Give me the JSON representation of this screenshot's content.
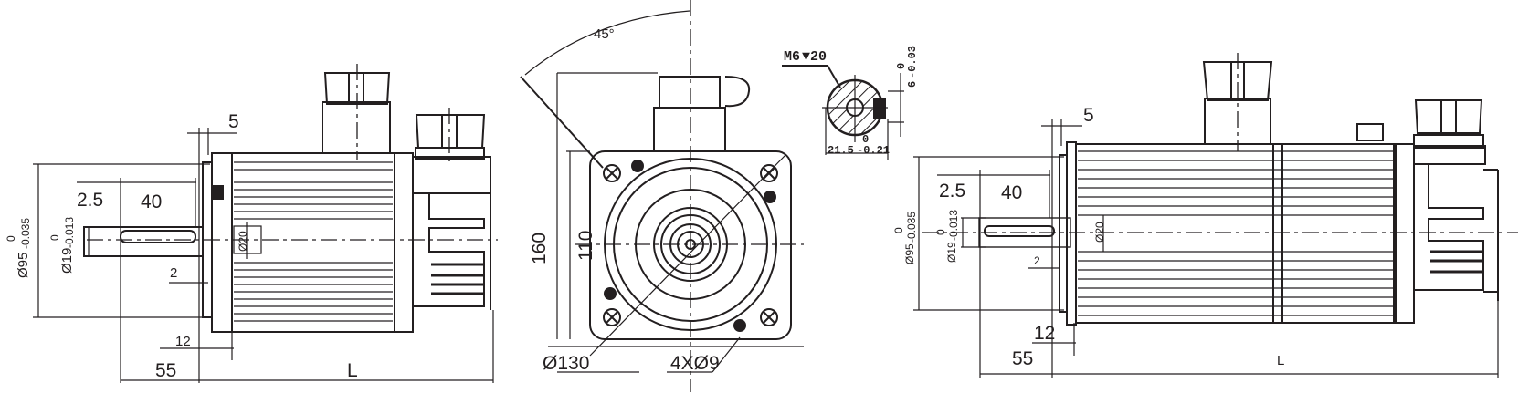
{
  "drawing": {
    "subject": "Servo motor outline dimensions",
    "views": [
      "side-view-standard",
      "front-flange-view",
      "shaft-cross-section",
      "side-view-with-brake"
    ]
  },
  "side_view_left": {
    "dim_flange_thickness": "5",
    "dim_shaft_step": "2.5",
    "dim_keyway_length": "40",
    "dim_flange_dia": "Ø95",
    "dim_flange_tol_upper": "0",
    "dim_flange_tol_lower": "-0.035",
    "dim_shaft_dia": "Ø19",
    "dim_shaft_tol_upper": "0",
    "dim_shaft_tol_lower": "-0.013",
    "dim_boss_dia": "Ø20",
    "dim_spigot": "2",
    "dim_flange_offset": "12",
    "dim_shaft_length": "55",
    "dim_body_length": "L"
  },
  "front_view": {
    "dim_angle": "45°",
    "dim_square": "160",
    "dim_inner": "110",
    "dim_pcd": "Ø130",
    "dim_holes": "4XØ9"
  },
  "section_view": {
    "thread_label": "M6",
    "thread_depth": "20",
    "key_width": "6",
    "key_width_tol_upper": "0",
    "key_width_tol_lower": "-0.03",
    "key_height": "21.5",
    "key_height_tol_upper": "0",
    "key_height_tol_lower": "-0.21"
  },
  "side_view_right": {
    "dim_flange_thickness": "5",
    "dim_shaft_step": "2.5",
    "dim_keyway_length": "40",
    "dim_flange_dia": "Ø95",
    "dim_flange_tol_upper": "0",
    "dim_flange_tol_lower": "-0.035",
    "dim_shaft_dia": "Ø19",
    "dim_shaft_tol_upper": "0",
    "dim_shaft_tol_lower": "-0.013",
    "dim_boss_dia": "Ø20",
    "dim_spigot": "2",
    "dim_flange_offset": "12",
    "dim_shaft_length": "55",
    "dim_body_length": "L"
  },
  "colors": {
    "line": "#231f20",
    "background": "#ffffff"
  }
}
